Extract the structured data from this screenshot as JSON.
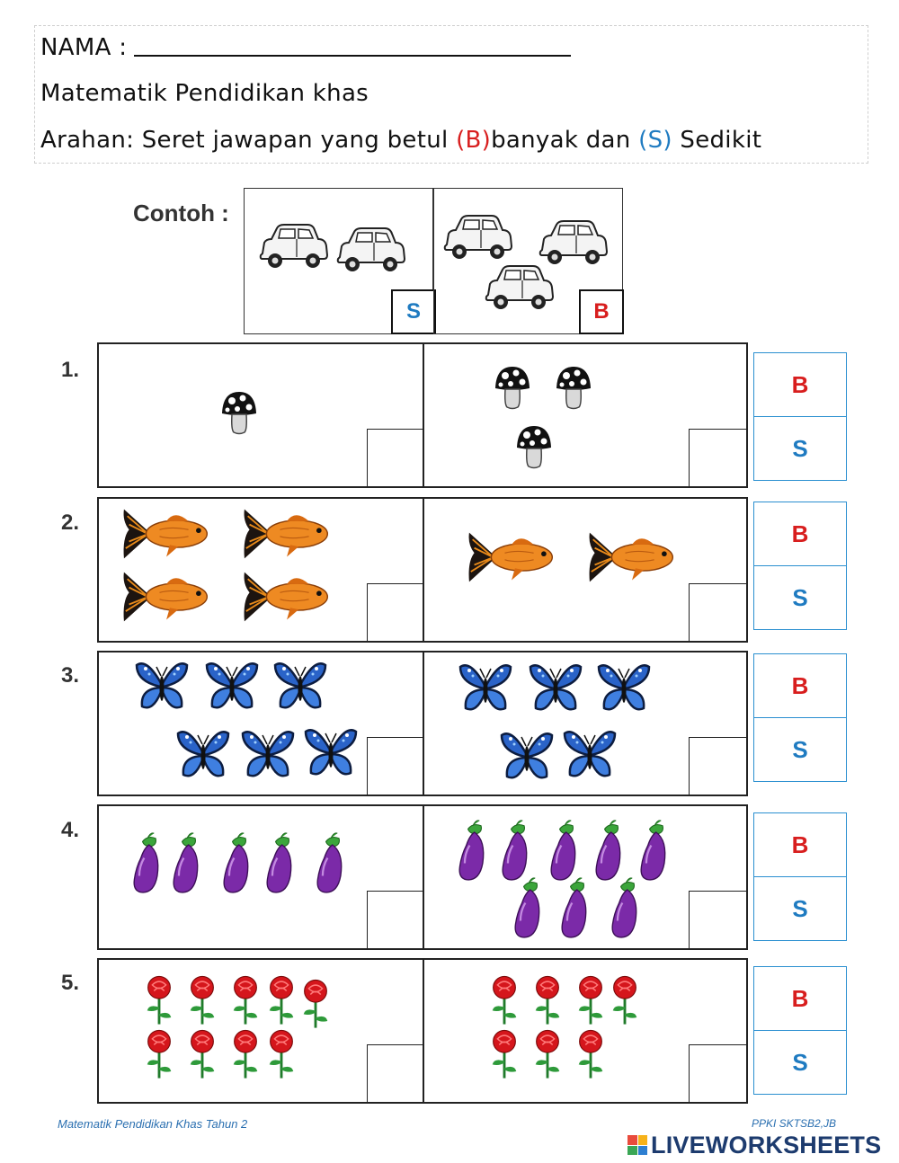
{
  "header": {
    "name_label": "NAMA :",
    "subject": "Matematik Pendidikan khas",
    "instruction_prefix": "Arahan: Seret jawapan yang betul ",
    "b_marker": "(B)",
    "instruction_middle": "banyak dan ",
    "s_marker": "(S)",
    "instruction_suffix": " Sedikit"
  },
  "example": {
    "label": "Contoh :",
    "left_tag": "S",
    "right_tag": "B",
    "left_count": 2,
    "right_count": 3,
    "item": "car-icon"
  },
  "questions": [
    {
      "number": "1.",
      "item": "mushroom-icon",
      "left_count": 1,
      "right_count": 3,
      "options": [
        "B",
        "S"
      ]
    },
    {
      "number": "2.",
      "item": "goldfish-icon",
      "left_count": 4,
      "right_count": 2,
      "options": [
        "B",
        "S"
      ]
    },
    {
      "number": "3.",
      "item": "butterfly-icon",
      "left_count": 6,
      "right_count": 5,
      "options": [
        "B",
        "S"
      ]
    },
    {
      "number": "4.",
      "item": "eggplant-icon",
      "left_count": 5,
      "right_count": 8,
      "options": [
        "B",
        "S"
      ]
    },
    {
      "number": "5.",
      "item": "rose-icon",
      "left_count": 9,
      "right_count": 7,
      "options": [
        "B",
        "S"
      ]
    }
  ],
  "colors": {
    "b": "#d81e1e",
    "s": "#1f7bc1",
    "option_border": "#2a8fd0"
  },
  "footer": {
    "left": "Matematik Pendidikan Khas Tahun 2",
    "right": "PPKI SKTSB2,JB",
    "brand": "LIVEWORKSHEETS"
  }
}
